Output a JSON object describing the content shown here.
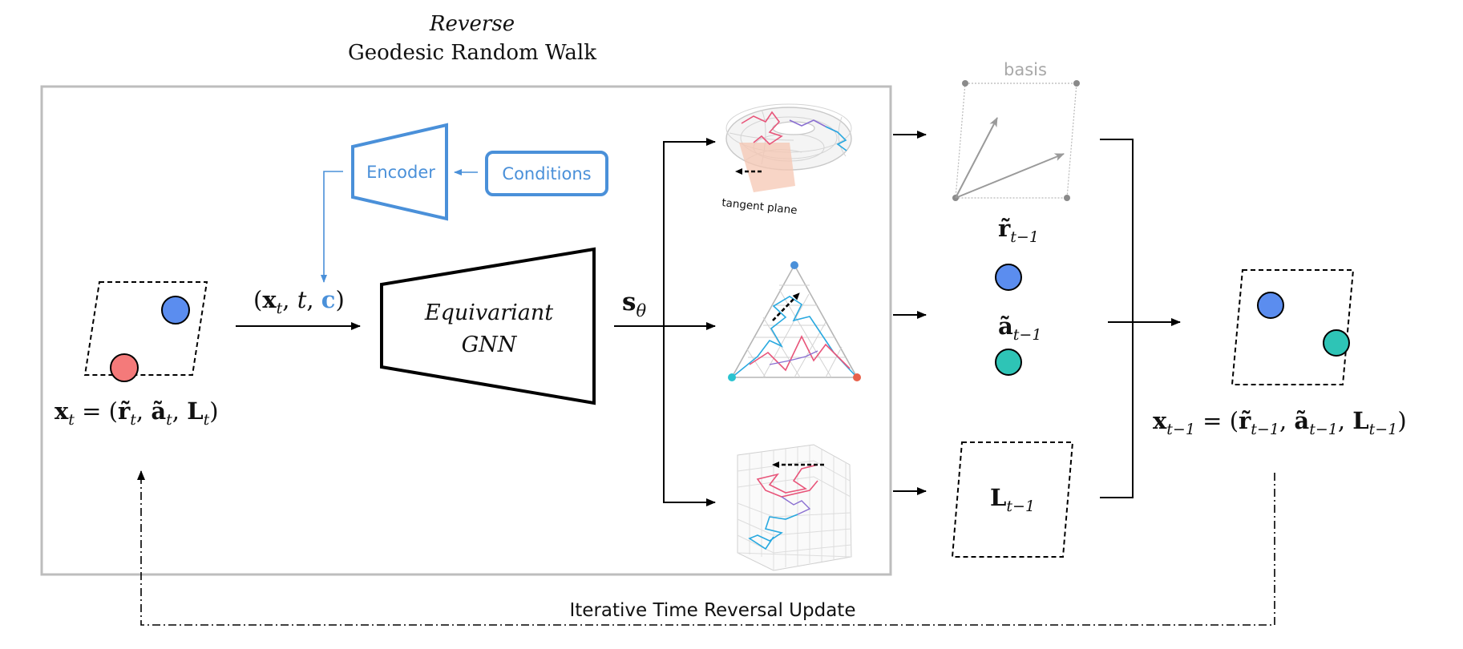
{
  "title": {
    "line1": "Reverse",
    "line2": "Geodesic Random Walk"
  },
  "encoder": {
    "label": "Encoder"
  },
  "conditions": {
    "label": "Conditions"
  },
  "gnn": {
    "line1": "Equivariant",
    "line2": "GNN"
  },
  "input_state": {
    "x": "x",
    "t": "t",
    "r": "r̃",
    "a": "ã",
    "L": "L"
  },
  "gnn_input": {
    "x": "x",
    "t": "t",
    "c": "c"
  },
  "score": {
    "s": "s",
    "theta": "θ"
  },
  "tangent_plane": {
    "label": "tangent plane"
  },
  "basis": {
    "label": "basis"
  },
  "outputs": {
    "r": "r̃",
    "a": "ã",
    "L": "L",
    "sub": "t−1"
  },
  "output_state": {
    "x": "x",
    "r": "r̃",
    "a": "ã",
    "L": "L",
    "sub": "t−1"
  },
  "loop": {
    "label": "Iterative Time Reversal Update"
  },
  "colors": {
    "blue_atom": "#5b8def",
    "red_atom": "#f47a7a",
    "teal_atom": "#2ec4b6",
    "accent_blue": "#4a90d9",
    "frame_gray": "#bdbdbd",
    "walk_pink": "#e8557a",
    "walk_cyan": "#29a9e0",
    "walk_purple": "#8a6fd1"
  }
}
